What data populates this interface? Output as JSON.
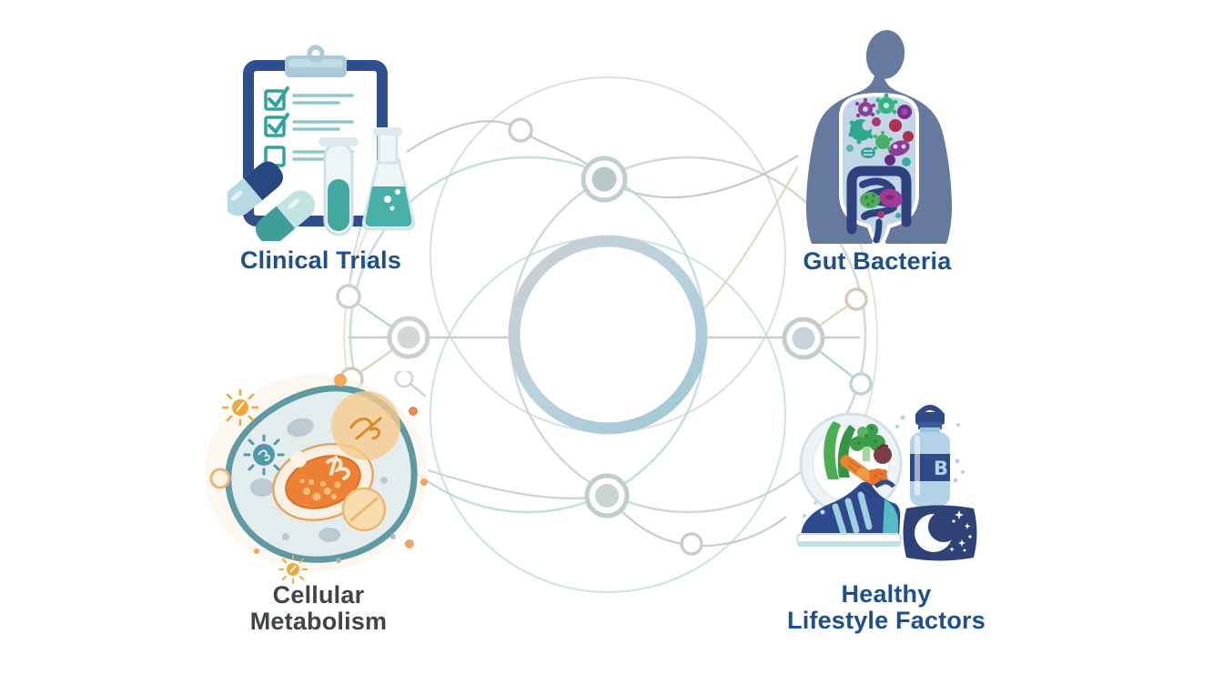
{
  "diagram": {
    "type": "concept-map",
    "description": "Four illustrated concepts connected by a network of arcs and nodes to a central ring",
    "nodes": [
      {
        "id": "clinical-trials",
        "position": "top-left",
        "label": "Clinical Trials",
        "icon": "clipboard-checklist-pills-test-tube-flask-icon"
      },
      {
        "id": "gut-bacteria",
        "position": "top-right",
        "label": "Gut Bacteria",
        "icon": "human-torso-gut-microbes-icon"
      },
      {
        "id": "cellular-metabolism",
        "position": "bottom-left",
        "label_lines": [
          "Cellular",
          "Metabolism"
        ],
        "icon": "cell-with-organelles-icon"
      },
      {
        "id": "healthy-lifestyle-factors",
        "position": "bottom-right",
        "label_lines": [
          "Healthy",
          "Lifestyle Factors"
        ],
        "bottle_label": "B",
        "icon": "plate-bottle-sneaker-sleep-pillow-icon"
      }
    ],
    "colors": {
      "label_blue": "#1d4e8f",
      "label_gray": "#3f4447",
      "network_gray": "#c6cdd1",
      "network_teal": "#b5d4d8",
      "network_tan": "#e8d5bc",
      "ring_gradient_start": "#c9ced2",
      "ring_gradient_end": "#9fc6d2",
      "torso_slate_blue": "#66799f",
      "gut_panel_blue": "#c3d6e6",
      "intestine_navy": "#2e4280",
      "clipboard_navy": "#2e4f8e",
      "teal_accent": "#3aa8a3",
      "cell_membrane_teal": "#5f9aa3",
      "mitochondria_orange": "#ec8136",
      "sun_orange": "#f2a63a",
      "sneaker_navy": "#2e4a8c",
      "pillow_navy": "#2e4277",
      "bottle_blue": "#b5d3e8"
    }
  }
}
